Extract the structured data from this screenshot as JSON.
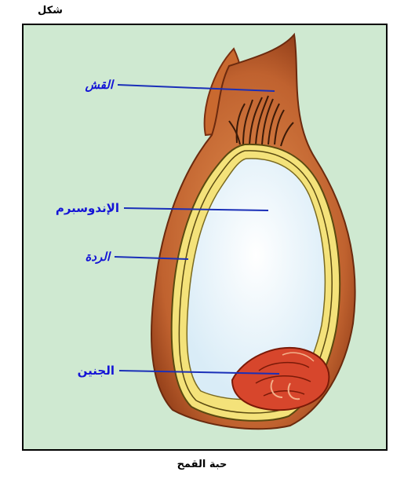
{
  "header": {
    "corner_label": "شكل"
  },
  "caption": "حبة القمح",
  "labels": {
    "hairs": "القش",
    "endosperm": "الإندوسبرم",
    "aleurone": "الردة",
    "embryo": "الجنين"
  },
  "colors": {
    "background": "#cfe9d1",
    "husk": "#b9572a",
    "husk_light": "#d98a4a",
    "yellow_layer": "#f4e27a",
    "endosperm": "#e9f2f9",
    "embryo": "#d7462c",
    "label_text": "#1414d6",
    "leader_line": "#1a2fb8"
  }
}
